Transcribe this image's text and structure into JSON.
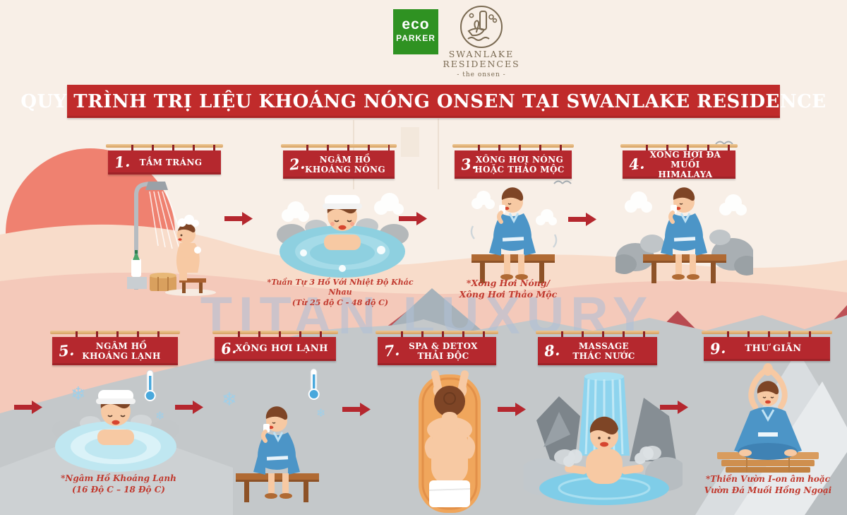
{
  "title": "QUY TRÌNH TRỊ LIỆU KHOÁNG NÓNG ONSEN TẠI SWANLAKE RESIDENCE",
  "watermark": "TITAN LUXURY",
  "logos": {
    "eco": {
      "line1": "eco",
      "line2": "PARKER"
    },
    "swanlake": {
      "line1": "SWANLAKE",
      "line2": "RESIDENCES",
      "tagline": "- the onsen -"
    }
  },
  "steps": [
    {
      "number": "1.",
      "label1": "TẮM TRÁNG",
      "label2": ""
    },
    {
      "number": "2.",
      "label1": "NGÂM HỒ",
      "label2": "KHOÁNG NÓNG",
      "caption1": "*Tuần Tự 3 Hồ Với Nhiệt Độ Khác Nhau",
      "caption2": "(Từ 25 độ C - 48 độ C)"
    },
    {
      "number": "3.",
      "label1": "XÔNG HƠI NÓNG",
      "label2": "HOẶC THẢO MỘC",
      "caption1": "*Xông Hơi Nóng/",
      "caption2": "Xông Hơi Thảo Mộc"
    },
    {
      "number": "4.",
      "label1": "XÔNG HƠI ĐÁ MUỐI",
      "label2": "HIMALAYA"
    },
    {
      "number": "5.",
      "label1": "NGÂM HỒ",
      "label2": "KHOÁNG LẠNH",
      "caption1": "*Ngâm Hồ Khoáng Lạnh",
      "caption2": "(16 Độ C – 18 Độ C)"
    },
    {
      "number": "6.",
      "label1": "XÔNG HƠI LẠNH",
      "label2": ""
    },
    {
      "number": "7.",
      "label1": "SPA & DETOX",
      "label2": "THẢI ĐỘC"
    },
    {
      "number": "8.",
      "label1": "MASSAGE",
      "label2": "THÁC NƯỚC"
    },
    {
      "number": "9.",
      "label1": "THƯ GIÃN",
      "label2": "",
      "caption1": "*Thiền Vườn I-on âm hoặc",
      "caption2": "Vườn Đá Muối Hồng Ngoại"
    }
  ],
  "palette": {
    "banner_red": "#b5282e",
    "title_red": "#c02b2b",
    "caption_red": "#c13a2f",
    "sun_coral": "#ef8170",
    "peach": "#f8dcca",
    "pink": "#f4c9ba",
    "gray_mountain": "#c4c8ca",
    "pool_blue": "#8ed0e0",
    "cold_pool_blue": "#bfe7f1",
    "robe_blue": "#4c95c7",
    "wood": "#b06a33",
    "rod_tan": "#d6a061",
    "eco_green": "#2f9222",
    "brand_brown": "#7a6a52",
    "watermark_blue": "#afc0d6"
  }
}
